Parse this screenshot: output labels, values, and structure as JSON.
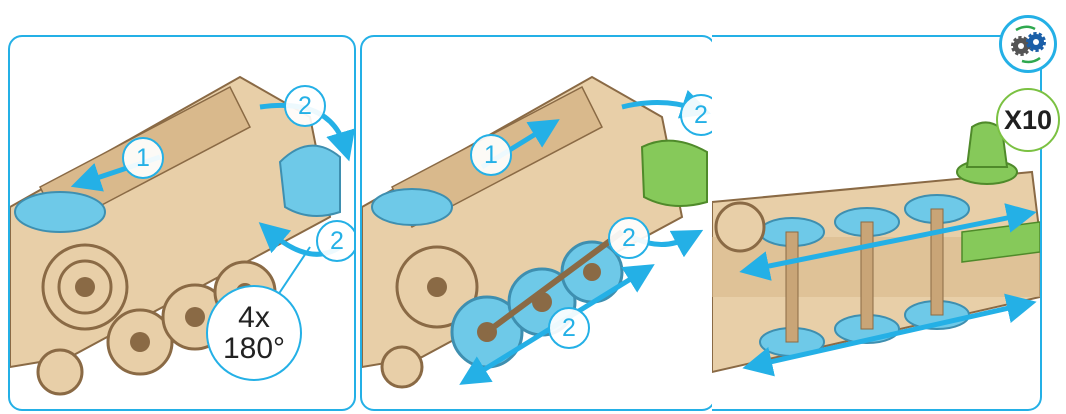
{
  "steps": {
    "p1": {
      "step_1": "1",
      "step_2_top": "2",
      "step_2_bottom": "2"
    },
    "p2": {
      "step_1": "1",
      "step_2_top": "2",
      "step_2_mid": "2",
      "step_2_bottom": "2"
    }
  },
  "rotation": {
    "count": "4x",
    "angle": "180°"
  },
  "quantity": {
    "label": "X10"
  },
  "icons": {
    "gears": "gears-icon",
    "arrows": "double-arrow-icon"
  },
  "colors": {
    "accent": "#24b0e6",
    "part_blue": "#6ec9e8",
    "part_green": "#86c95a",
    "wood": "#e8cfa8"
  }
}
